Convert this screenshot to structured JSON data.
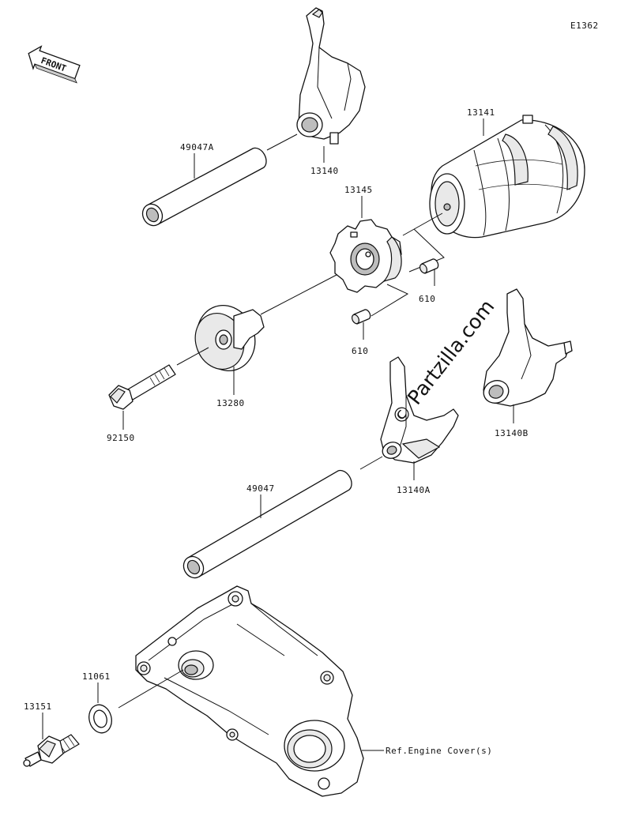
{
  "diagram": {
    "id_code": "E1362",
    "front_label": "FRONT",
    "watermark": "© Partzilla.com",
    "ref_note": "Ref.Engine Cover(s)"
  },
  "parts": [
    {
      "number": "49047A"
    },
    {
      "number": "13140"
    },
    {
      "number": "13141"
    },
    {
      "number": "13145"
    },
    {
      "number": "610"
    },
    {
      "number": "610"
    },
    {
      "number": "13280"
    },
    {
      "number": "92150"
    },
    {
      "number": "13140B"
    },
    {
      "number": "13140A"
    },
    {
      "number": "49047"
    },
    {
      "number": "11061"
    },
    {
      "number": "13151"
    }
  ]
}
